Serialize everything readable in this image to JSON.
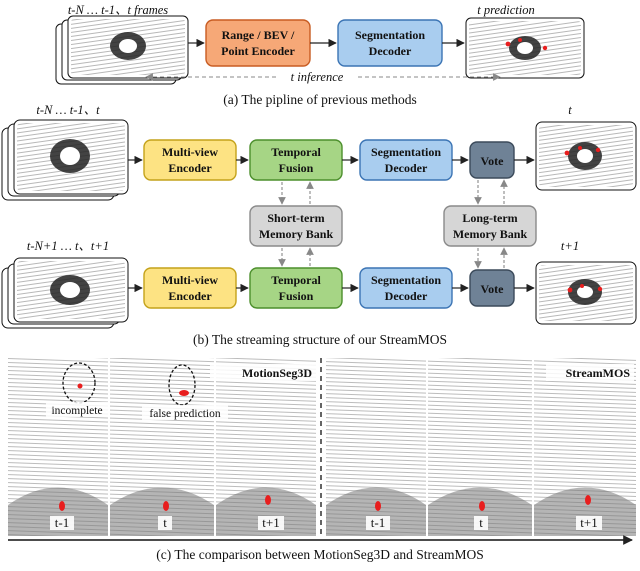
{
  "panel_a": {
    "input_label": "t-N … t-1、t frames",
    "output_label": "t prediction",
    "encoder": [
      "Range / BEV /",
      "Point Encoder"
    ],
    "decoder": [
      "Segmentation",
      "Decoder"
    ],
    "inference": "t inference",
    "caption": "(a) The pipline of previous methods"
  },
  "panel_b": {
    "top_input_label": "t-N … t-1、t",
    "top_output_label": "t",
    "bottom_input_label": "t-N+1 … t、t+1",
    "bottom_output_label": "t+1",
    "encoder": [
      "Multi-view",
      "Encoder"
    ],
    "fusion": [
      "Temporal",
      "Fusion"
    ],
    "decoder": [
      "Segmentation",
      "Decoder"
    ],
    "vote": "Vote",
    "short_mem": [
      "Short-term",
      "Memory Bank"
    ],
    "long_mem": [
      "Long-term",
      "Memory Bank"
    ],
    "caption": "(b) The streaming structure of our StreamMOS"
  },
  "panel_c": {
    "left_method": "MotionSeg3D",
    "right_method": "StreamMOS",
    "annot_incomplete": "incomplete",
    "annot_false": "false prediction",
    "ticks": [
      "t-1",
      "t",
      "t+1"
    ],
    "caption": "(c) The comparison between MotionSeg3D and StreamMOS"
  },
  "colors": {
    "encoder_orange": "#f6a877",
    "decoder_blue": "#a9cdef",
    "multiview_yellow": "#fde383",
    "fusion_green": "#a6d585",
    "vote_slate": "#6f8296",
    "memory_gray": "#d6d6d6",
    "moving_red": "#e81e1e"
  }
}
